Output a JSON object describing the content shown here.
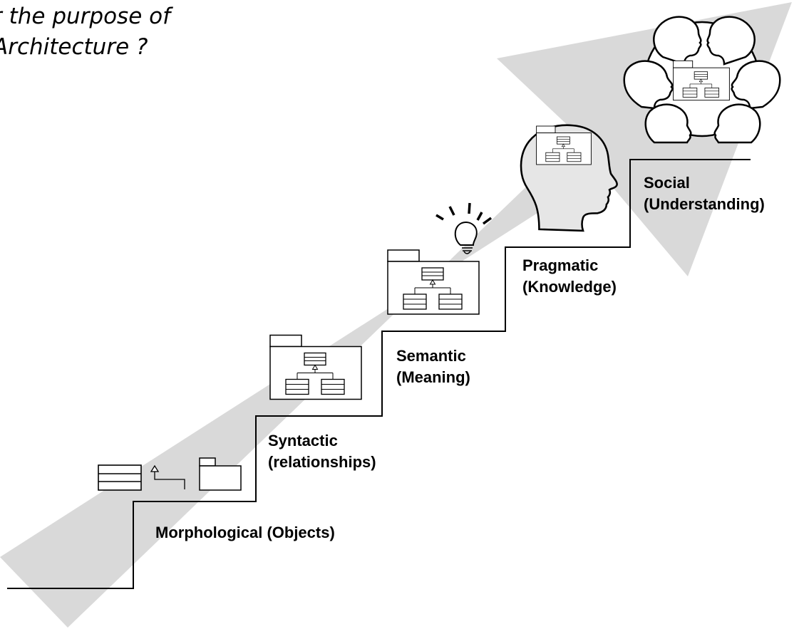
{
  "title": {
    "line1": "r the purpose of",
    "line2": "Architecture ?"
  },
  "steps": [
    {
      "id": "morphological",
      "line1": "Morphological (Objects)",
      "line2": ""
    },
    {
      "id": "syntactic",
      "line1": "Syntactic",
      "line2": "(relationships)"
    },
    {
      "id": "semantic",
      "line1": "Semantic",
      "line2": "(Meaning)"
    },
    {
      "id": "pragmatic",
      "line1": "Pragmatic",
      "line2": "(Knowledge)"
    },
    {
      "id": "social",
      "line1": "Social",
      "line2": "(Understanding)"
    }
  ],
  "colors": {
    "arrow_fill": "#d9d9d9",
    "stroke": "#000000",
    "package_fill": "#ffffff",
    "head_fill": "#e6e6e6"
  },
  "icons": {
    "bulb": "light-bulb-icon",
    "head": "head-silhouette-icon",
    "group": "group-of-heads-icon",
    "package": "uml-package-icon",
    "class": "uml-class-icon"
  }
}
